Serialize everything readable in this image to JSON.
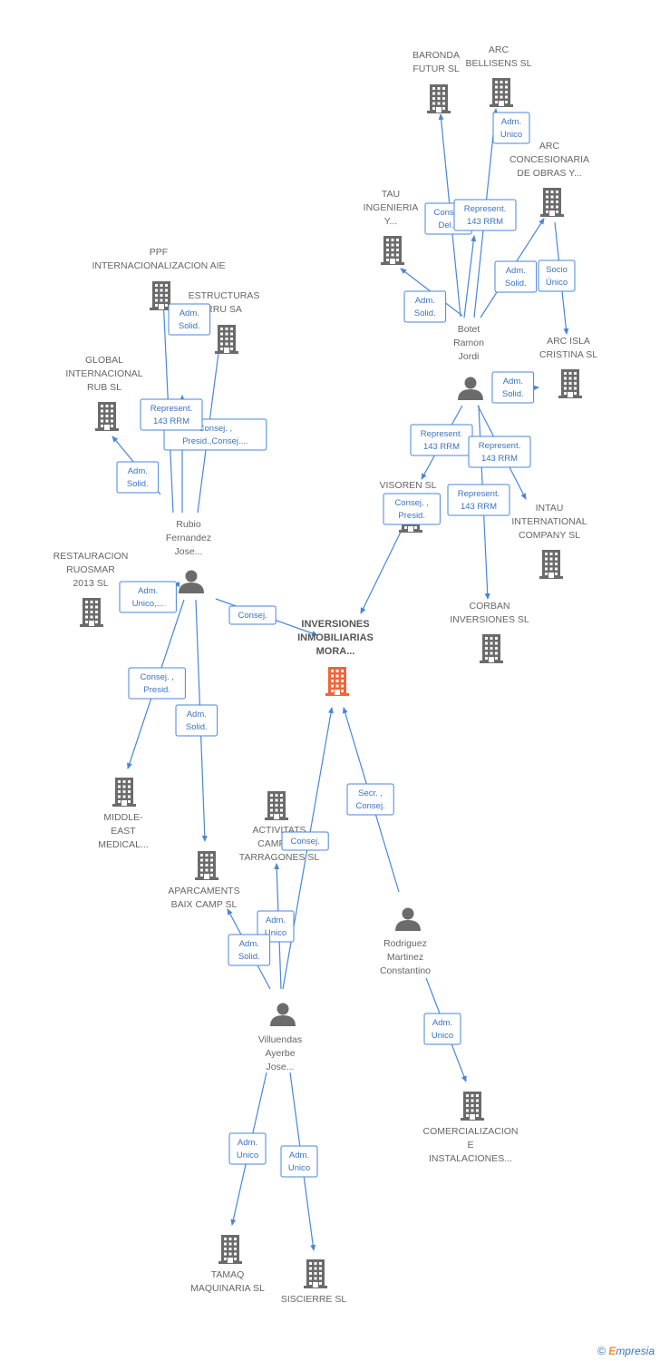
{
  "colors": {
    "edge": "#4a86d8",
    "company_icon": "#6b6b6b",
    "focus_icon": "#f0643a",
    "person_icon": "#6b6b6b",
    "label": "#666666",
    "rel_text": "#3a73c4"
  },
  "footer": {
    "copyright": "©",
    "brand_first": "E",
    "brand_rest": "mpresia"
  },
  "nodes": [
    {
      "id": "inversiones",
      "type": "focus",
      "icon": "building-icon",
      "label": [
        "INVERSIONES",
        "INMOBILIARIAS",
        "MORA..."
      ]
    },
    {
      "id": "rubio",
      "type": "person",
      "icon": "person-icon",
      "label": [
        "Rubio",
        "Fernandez",
        "Jose..."
      ]
    },
    {
      "id": "botet",
      "type": "person",
      "icon": "person-icon",
      "label": [
        "Botet",
        "Ramon",
        "Jordi"
      ]
    },
    {
      "id": "villuendas",
      "type": "person",
      "icon": "person-icon",
      "label": [
        "Villuendas",
        "Ayerbe",
        "Jose..."
      ]
    },
    {
      "id": "rodriguez",
      "type": "person",
      "icon": "person-icon",
      "label": [
        "Rodriguez",
        "Martinez",
        "Constantino"
      ]
    },
    {
      "id": "ppf",
      "type": "company",
      "icon": "building-icon",
      "label": [
        "PPF",
        "INTERNACIONALIZACION AIE"
      ]
    },
    {
      "id": "estructuras",
      "type": "company",
      "icon": "building-icon",
      "label": [
        "ESTRUCTURAS",
        "RRU SA"
      ]
    },
    {
      "id": "global",
      "type": "company",
      "icon": "building-icon",
      "label": [
        "GLOBAL",
        "INTERNACIONAL",
        "RUB  SL"
      ]
    },
    {
      "id": "restauracion",
      "type": "company",
      "icon": "building-icon",
      "label": [
        "RESTAURACION",
        "RUOSMAR",
        "2013 SL"
      ]
    },
    {
      "id": "middle",
      "type": "company",
      "icon": "building-icon",
      "label": [
        "MIDDLE-",
        "EAST",
        "MEDICAL..."
      ]
    },
    {
      "id": "aparcaments",
      "type": "company",
      "icon": "building-icon",
      "label": [
        "APARCAMENTS",
        "BAIX CAMP SL"
      ]
    },
    {
      "id": "activitats",
      "type": "company",
      "icon": "building-icon",
      "label": [
        "ACTIVITATS",
        "CAMP DE",
        "TARRAGONES SL"
      ]
    },
    {
      "id": "tamaq",
      "type": "company",
      "icon": "building-icon",
      "label": [
        "TAMAQ",
        "MAQUINARIA SL"
      ]
    },
    {
      "id": "siscierre",
      "type": "company",
      "icon": "building-icon",
      "label": [
        "SISCIERRE  SL"
      ]
    },
    {
      "id": "comercializacion",
      "type": "company",
      "icon": "building-icon",
      "label": [
        "COMERCIALIZACION",
        "E",
        "INSTALACIONES..."
      ]
    },
    {
      "id": "baronda",
      "type": "company",
      "icon": "building-icon",
      "label": [
        "BARONDA",
        "FUTUR SL"
      ]
    },
    {
      "id": "arcbellisens",
      "type": "company",
      "icon": "building-icon",
      "label": [
        "ARC",
        "BELLISENS SL"
      ]
    },
    {
      "id": "arcconcesionaria",
      "type": "company",
      "icon": "building-icon",
      "label": [
        "ARC",
        "CONCESIONARIA",
        "DE OBRAS Y..."
      ]
    },
    {
      "id": "tau",
      "type": "company",
      "icon": "building-icon",
      "label": [
        "TAU",
        "INGENIERIA",
        "Y..."
      ]
    },
    {
      "id": "arcisla",
      "type": "company",
      "icon": "building-icon",
      "label": [
        "ARC ISLA",
        "CRISTINA SL"
      ]
    },
    {
      "id": "visoren",
      "type": "company",
      "icon": "building-icon",
      "label": [
        "VISOREN SL"
      ]
    },
    {
      "id": "intau",
      "type": "company",
      "icon": "building-icon",
      "label": [
        "INTAU",
        "INTERNATIONAL",
        "COMPANY SL"
      ]
    },
    {
      "id": "corban",
      "type": "company",
      "icon": "building-icon",
      "label": [
        "CORBAN",
        "INVERSIONES SL"
      ]
    }
  ],
  "edges": [
    {
      "from": "rubio",
      "to": "ppf",
      "label": [
        "Adm.",
        "Solid."
      ]
    },
    {
      "from": "rubio",
      "to": "estructuras",
      "label": [
        "Consej. ,",
        "Presid.,Consej...."
      ]
    },
    {
      "from": "rubio",
      "to": "global",
      "label": [
        "Adm.",
        "Solid."
      ]
    },
    {
      "from": "rubio",
      "to": "ppf",
      "label": [
        "Represent.",
        "143 RRM"
      ]
    },
    {
      "from": "rubio",
      "to": "restauracion",
      "label": [
        "Adm.",
        "Unico,..."
      ]
    },
    {
      "from": "rubio",
      "to": "inversiones",
      "label": [
        "Consej."
      ]
    },
    {
      "from": "rubio",
      "to": "middle",
      "label": [
        "Consej. ,",
        "Presid."
      ]
    },
    {
      "from": "rubio",
      "to": "aparcaments",
      "label": [
        "Adm.",
        "Solid."
      ]
    },
    {
      "from": "botet",
      "to": "tau",
      "label": [
        "Adm.",
        "Solid."
      ]
    },
    {
      "from": "botet",
      "to": "baronda",
      "label": [
        "Consej.",
        "Del..."
      ]
    },
    {
      "from": "botet",
      "to": "baronda",
      "label": [
        "Represent.",
        "143 RRM"
      ]
    },
    {
      "from": "botet",
      "to": "arcbellisens",
      "label": [
        "Adm.",
        "Unico"
      ]
    },
    {
      "from": "botet",
      "to": "arcconcesionaria",
      "label": [
        "Adm.",
        "Solid."
      ]
    },
    {
      "from": "arcconcesionaria",
      "to": "arcisla",
      "label": [
        "Socio",
        "Único"
      ]
    },
    {
      "from": "botet",
      "to": "arcisla",
      "label": [
        "Adm.",
        "Solid."
      ]
    },
    {
      "from": "botet",
      "to": "visoren",
      "label": [
        "Represent.",
        "143 RRM"
      ]
    },
    {
      "from": "botet",
      "to": "intau",
      "label": [
        "Represent.",
        "143 RRM"
      ]
    },
    {
      "from": "botet",
      "to": "corban",
      "label": [
        "Represent.",
        "143 RRM"
      ]
    },
    {
      "from": "visoren",
      "to": "inversiones",
      "label": [
        "Consej. ,",
        "Presid."
      ]
    },
    {
      "from": "villuendas",
      "to": "inversiones",
      "label": [
        "Consej."
      ]
    },
    {
      "from": "villuendas",
      "to": "activitats",
      "label": [
        "Adm.",
        "Unico"
      ]
    },
    {
      "from": "villuendas",
      "to": "aparcaments",
      "label": [
        "Adm.",
        "Solid."
      ]
    },
    {
      "from": "villuendas",
      "to": "tamaq",
      "label": [
        "Adm.",
        "Unico"
      ]
    },
    {
      "from": "villuendas",
      "to": "siscierre",
      "label": [
        "Adm.",
        "Unico"
      ]
    },
    {
      "from": "rodriguez",
      "to": "inversiones",
      "label": [
        "Secr. ,",
        "Consej."
      ]
    },
    {
      "from": "rodriguez",
      "to": "comercializacion",
      "label": [
        "Adm.",
        "Unico"
      ]
    }
  ]
}
